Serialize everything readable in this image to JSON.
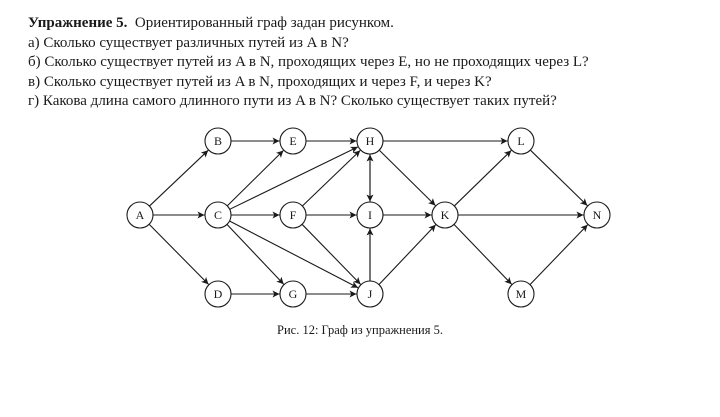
{
  "exercise": {
    "title": "Упражнение 5.",
    "intro": "Ориентированный граф задан рисунком.",
    "questions": [
      "а) Сколько существует различных путей из A в N?",
      "б) Сколько существует путей из A в N, проходящих через E, но не проходящих через L?",
      "в) Сколько существует путей из A в N, проходящих и через F, и через K?",
      "г) Какова длина самого длинного пути из A в N? Сколько существует таких путей?"
    ]
  },
  "graph": {
    "nodes": [
      "A",
      "B",
      "C",
      "D",
      "E",
      "F",
      "G",
      "H",
      "I",
      "J",
      "K",
      "L",
      "M",
      "N"
    ],
    "edges": [
      [
        "A",
        "B"
      ],
      [
        "A",
        "C"
      ],
      [
        "A",
        "D"
      ],
      [
        "B",
        "E"
      ],
      [
        "C",
        "E"
      ],
      [
        "C",
        "F"
      ],
      [
        "C",
        "G"
      ],
      [
        "C",
        "H"
      ],
      [
        "C",
        "J"
      ],
      [
        "D",
        "G"
      ],
      [
        "E",
        "H"
      ],
      [
        "F",
        "H"
      ],
      [
        "F",
        "I"
      ],
      [
        "F",
        "J"
      ],
      [
        "G",
        "J"
      ],
      [
        "H",
        "I"
      ],
      [
        "H",
        "K"
      ],
      [
        "H",
        "L"
      ],
      [
        "J",
        "I"
      ],
      [
        "J",
        "K"
      ],
      [
        "J",
        "H"
      ],
      [
        "I",
        "K"
      ],
      [
        "K",
        "L"
      ],
      [
        "K",
        "M"
      ],
      [
        "K",
        "N"
      ],
      [
        "L",
        "N"
      ],
      [
        "M",
        "N"
      ]
    ]
  },
  "caption": "Рис. 12: Граф из упражнения 5."
}
